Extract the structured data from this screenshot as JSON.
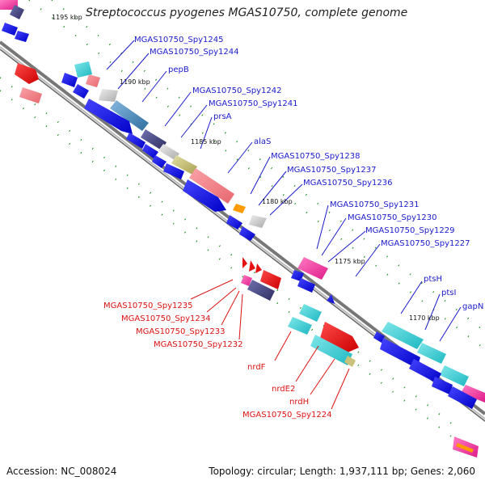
{
  "title": "Streptococcus pyogenes MGAS10750, complete genome",
  "footer": {
    "accession_label": "Accession:",
    "accession": "NC_008024",
    "topology_label": "Topology:",
    "topology": "circular",
    "length_label": "Length:",
    "length": "1,937,111 bp",
    "genes_label": "Genes:",
    "genes": "2,060"
  },
  "ticks": [
    "1195 kbp",
    "1190 kbp",
    "1185 kbp",
    "1180 kbp",
    "1175 kbp",
    "1170 kbp"
  ],
  "labels": [
    {
      "text": "MGAS10750_Spy1245",
      "strand": "forward"
    },
    {
      "text": "MGAS10750_Spy1244",
      "strand": "forward"
    },
    {
      "text": "pepB",
      "strand": "forward"
    },
    {
      "text": "MGAS10750_Spy1242",
      "strand": "forward"
    },
    {
      "text": "MGAS10750_Spy1241",
      "strand": "forward"
    },
    {
      "text": "prsA",
      "strand": "forward"
    },
    {
      "text": "alaS",
      "strand": "forward"
    },
    {
      "text": "MGAS10750_Spy1238",
      "strand": "forward"
    },
    {
      "text": "MGAS10750_Spy1237",
      "strand": "forward"
    },
    {
      "text": "MGAS10750_Spy1236",
      "strand": "forward"
    },
    {
      "text": "MGAS10750_Spy1231",
      "strand": "forward"
    },
    {
      "text": "MGAS10750_Spy1230",
      "strand": "forward"
    },
    {
      "text": "MGAS10750_Spy1229",
      "strand": "forward"
    },
    {
      "text": "MGAS10750_Spy1227",
      "strand": "forward"
    },
    {
      "text": "ptsH",
      "strand": "forward"
    },
    {
      "text": "ptsI",
      "strand": "forward"
    },
    {
      "text": "gapN",
      "strand": "forward"
    },
    {
      "text": "MGAS10750_Spy1235",
      "strand": "reverse"
    },
    {
      "text": "MGAS10750_Spy1234",
      "strand": "reverse"
    },
    {
      "text": "MGAS10750_Spy1233",
      "strand": "reverse"
    },
    {
      "text": "MGAS10750_Spy1232",
      "strand": "reverse"
    },
    {
      "text": "nrdF",
      "strand": "reverse"
    },
    {
      "text": "nrdE2",
      "strand": "reverse"
    },
    {
      "text": "nrdH",
      "strand": "reverse"
    },
    {
      "text": "MGAS10750_Spy1224",
      "strand": "reverse"
    }
  ],
  "colors": {
    "forward_label": "#1a1acc",
    "reverse_label": "#dd1111",
    "backbone": "#888888",
    "tick_dash": "#118811",
    "cds_blue": "#1111dd",
    "pink": "#f07f86",
    "cyan": "#40d0d6",
    "steel": "#4a90c0",
    "grey": "#c8c8c8",
    "olive": "#c8c27a",
    "slate": "#4a4a80",
    "red": "#e51111",
    "magenta": "#f53ca0",
    "orange": "#ff9a00"
  }
}
